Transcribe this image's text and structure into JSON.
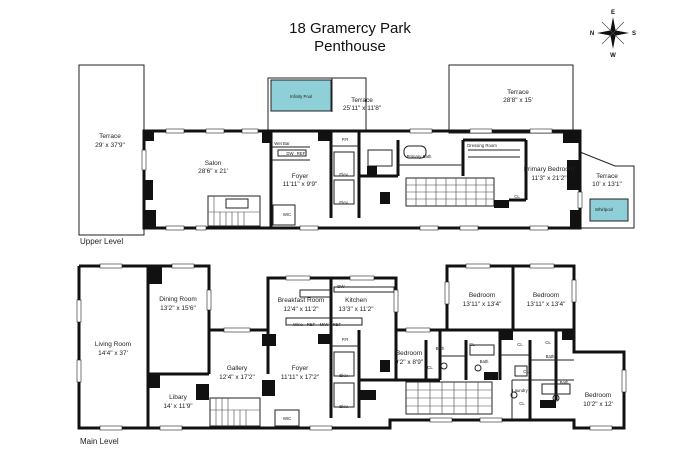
{
  "title": "18 Gramercy Park",
  "subtitle": "Penthouse",
  "compass": {
    "north": "N",
    "south": "S",
    "east": "E",
    "west": "W"
  },
  "levels": {
    "upper": "Upper Level",
    "main": "Main Level"
  },
  "upper_rooms": [
    {
      "name": "Terrace",
      "dims": "29' x 37'9\""
    },
    {
      "name": "Infinity Pool",
      "dims": ""
    },
    {
      "name": "Terrace",
      "dims": "25'11\" x 11'8\""
    },
    {
      "name": "Terrace",
      "dims": "28'8\" x 15'"
    },
    {
      "name": "Salon",
      "dims": "28'6\" x 21'"
    },
    {
      "name": "Foyer",
      "dims": "11'11\" x 9'9\""
    },
    {
      "name": "Primary Bedroom",
      "dims": "11'3\" x 21'2\""
    },
    {
      "name": "Terrace",
      "dims": "10' x 13'1\""
    }
  ],
  "upper_small": {
    "wet_bar": "Wet Bar",
    "dw": "DW",
    "ref": "REF",
    "pr": "P.R",
    "elev1": "Elev.",
    "elev2": "Elev.",
    "wic": "WIC",
    "primary_bath": "Primary Bath",
    "dressing_room": "Dressing Room",
    "cl": "CL",
    "whirlpool": "Whirlpool"
  },
  "main_rooms": [
    {
      "name": "Dining Room",
      "dims": "13'2\" x 15'6\""
    },
    {
      "name": "Living Room",
      "dims": "14'4\" x 37'"
    },
    {
      "name": "Breakfast Room",
      "dims": "12'4\" x 11'2\""
    },
    {
      "name": "Kitchen",
      "dims": "13'3\" x 11'2\""
    },
    {
      "name": "Bedroom",
      "dims": "13'11\" x 13'4\""
    },
    {
      "name": "Bedroom",
      "dims": "13'11\" x 13'4\""
    },
    {
      "name": "Gallery",
      "dims": "12'4\" x 17'2\""
    },
    {
      "name": "Foyer",
      "dims": "11'11\" x 17'2\""
    },
    {
      "name": "Bedroom",
      "dims": "9'2\" x 8'9\""
    },
    {
      "name": "Libary",
      "dims": "14' x 11'9\""
    },
    {
      "name": "Bedroom",
      "dims": "10'2\" x 12'"
    }
  ],
  "main_small": {
    "dw": "DW",
    "wine": "Wine",
    "ref1": "REF",
    "mw": "M/W",
    "ref2": "REF",
    "pr": "P.R",
    "elev1": "Elev.",
    "elev2": "Elev.",
    "wic": "WIC",
    "bath1": "Bath",
    "bath2": "Bath",
    "bath3": "Bath",
    "bath4": "Bath",
    "cl1": "CL",
    "cl2": "CL",
    "cl3": "CL",
    "cl4": "CL",
    "cl5": "CL",
    "cl6": "CL",
    "laundry": "Laundry"
  }
}
